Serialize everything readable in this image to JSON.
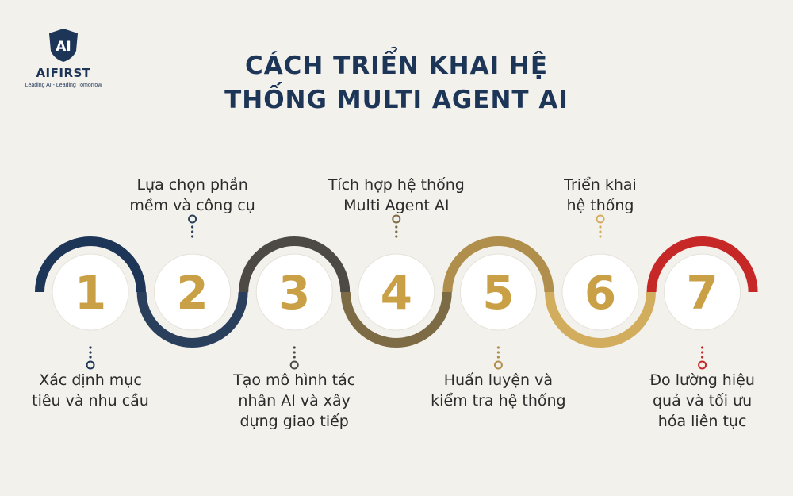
{
  "logo": {
    "mark": "AI",
    "name": "AIFIRST",
    "tagline": "Leading AI - Leading Tomorrow"
  },
  "title": {
    "line1": "CÁCH TRIỂN KHAI HỆ",
    "line2": "THỐNG MULTI AGENT AI"
  },
  "colors": {
    "background": "#f3f1ec",
    "title": "#1d3557",
    "number": "#c9a045",
    "text": "#2b2b2b"
  },
  "steps": [
    {
      "number": "1",
      "arc_color": "#1d3557",
      "arc_side": "top",
      "label_lines": [
        "Xác định mục",
        "tiêu và nhu cầu"
      ]
    },
    {
      "number": "2",
      "arc_color": "#2a3f5c",
      "arc_side": "bottom",
      "label_lines": [
        "Lựa chọn phần",
        "mềm và công cụ"
      ]
    },
    {
      "number": "3",
      "arc_color": "#4d4a46",
      "arc_side": "top",
      "label_lines": [
        "Tạo mô hình tác",
        "nhân AI và xây",
        "dựng giao tiếp"
      ]
    },
    {
      "number": "4",
      "arc_color": "#7d6b45",
      "arc_side": "bottom",
      "label_lines": [
        "Tích hợp hệ thống",
        "Multi Agent AI"
      ]
    },
    {
      "number": "5",
      "arc_color": "#b08f4d",
      "arc_side": "top",
      "label_lines": [
        "Huấn luyện và",
        "kiểm tra hệ thống"
      ]
    },
    {
      "number": "6",
      "arc_color": "#d2ad5e",
      "arc_side": "bottom",
      "label_lines": [
        "Triển khai",
        "hệ thống"
      ]
    },
    {
      "number": "7",
      "arc_color": "#c62828",
      "arc_side": "top",
      "label_lines": [
        "Đo lường hiệu",
        "quả và tối ưu",
        "hóa liên tục"
      ]
    }
  ]
}
